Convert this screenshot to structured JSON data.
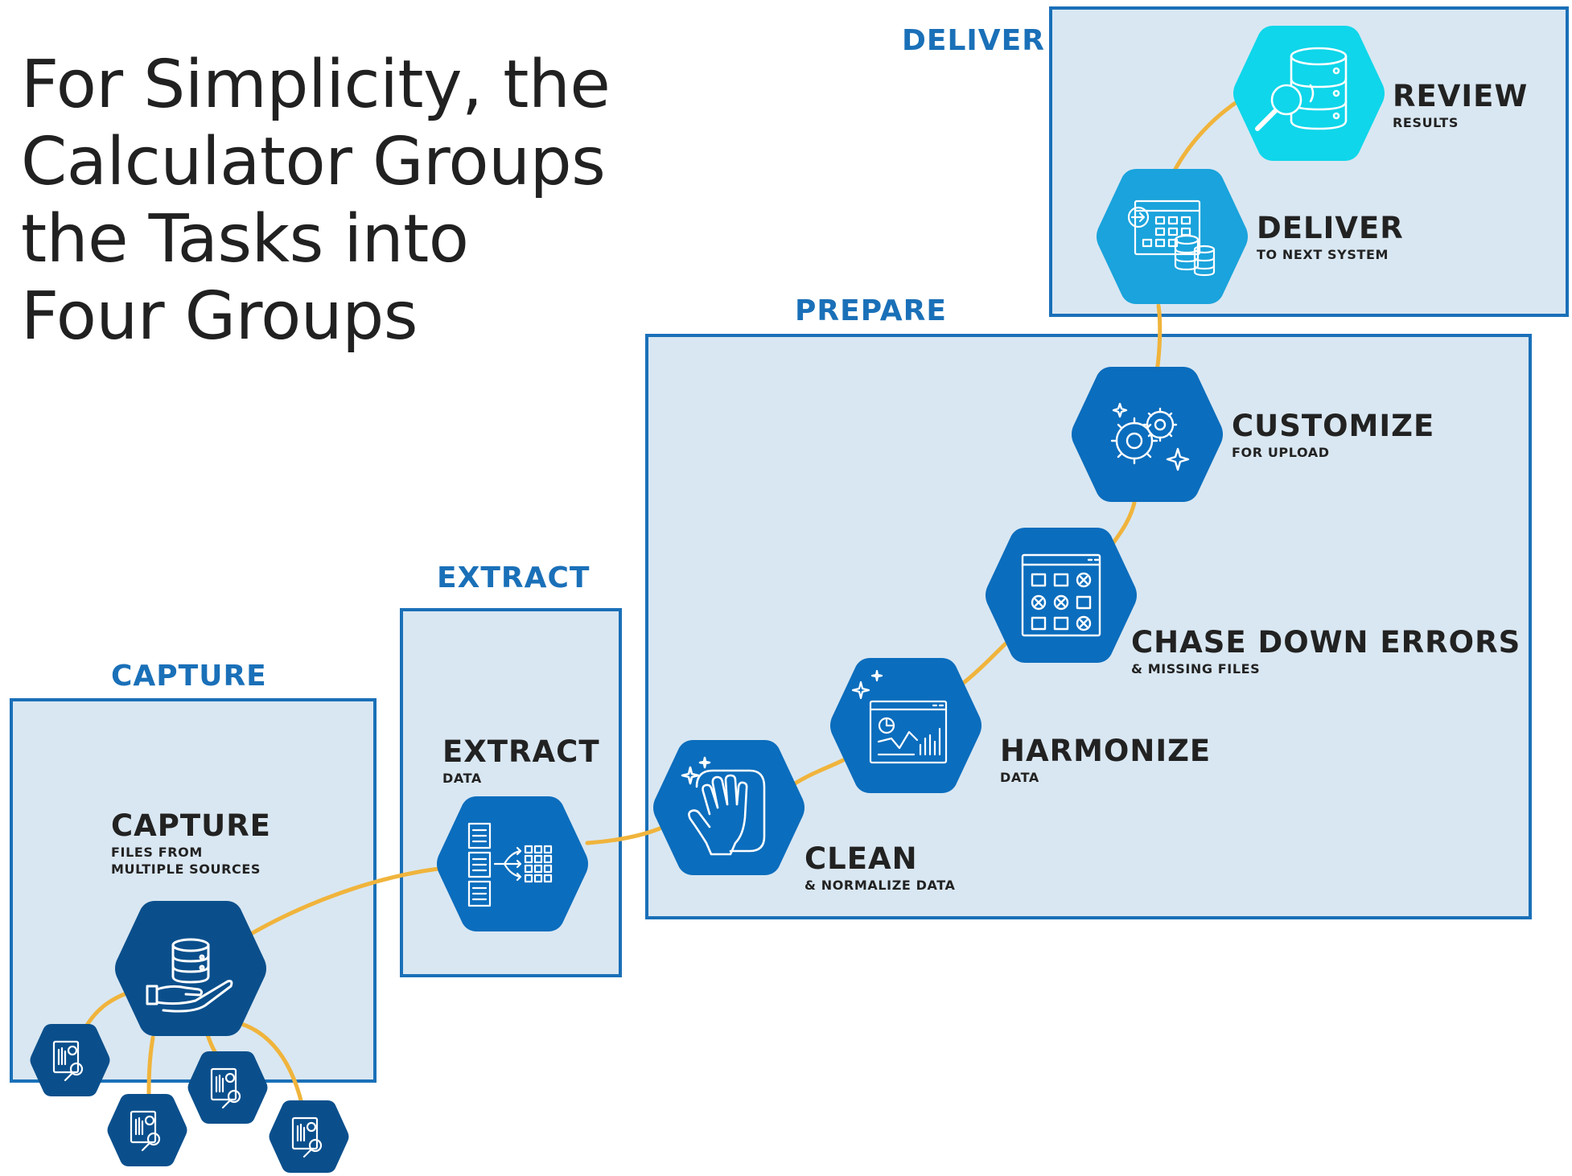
{
  "headline": {
    "lines": [
      "For Simplicity, the",
      "Calculator Groups",
      "the Tasks into",
      "Four Groups"
    ]
  },
  "groups": {
    "capture": "CAPTURE",
    "extract": "EXTRACT",
    "prepare": "PREPARE",
    "deliver": "DELIVER"
  },
  "steps": {
    "capture": {
      "title": "CAPTURE",
      "sub1": "FILES FROM",
      "sub2": "MULTIPLE SOURCES",
      "icon": "database-hand-icon"
    },
    "extract": {
      "title": "EXTRACT",
      "sub": "DATA",
      "icon": "extract-data-icon"
    },
    "clean": {
      "title": "CLEAN",
      "sub": "& NORMALIZE DATA",
      "icon": "cleaning-hand-icon"
    },
    "harmonize": {
      "title": "HARMONIZE",
      "sub": "DATA",
      "icon": "dashboard-chart-icon"
    },
    "chase": {
      "title": "CHASE DOWN ERRORS",
      "sub": "& MISSING FILES",
      "icon": "error-grid-icon"
    },
    "customize": {
      "title": "CUSTOMIZE",
      "sub": "FOR UPLOAD",
      "icon": "gears-sparkle-icon"
    },
    "deliver": {
      "title": "DELIVER",
      "sub": "TO NEXT SYSTEM",
      "icon": "table-database-export-icon"
    },
    "review": {
      "title": "REVIEW",
      "sub": "RESULTS",
      "icon": "database-magnifier-icon"
    }
  },
  "sources": [
    "report-file-icon",
    "report-file-icon",
    "report-file-icon",
    "report-file-icon"
  ],
  "colors": {
    "box_fill": "#d9e7f2",
    "box_border": "#1a70b8",
    "group_label": "#1a70b8",
    "hex_dark": "#0a4f8c",
    "hex_mid": "#0b6dbd",
    "hex_light": "#1aa3dc",
    "hex_cyan": "#0fd6ea",
    "connector": "#f0b43c"
  }
}
